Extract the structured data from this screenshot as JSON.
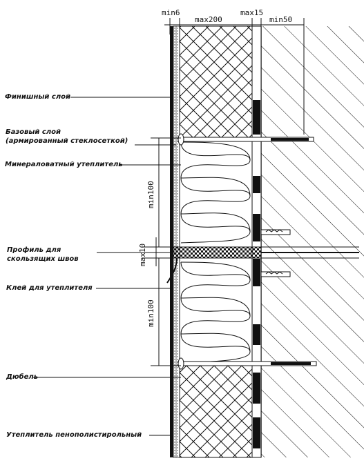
{
  "labels": {
    "finish_layer": "Финишный слой",
    "base_layer_line1": "Базовый слой",
    "base_layer_line2": "(армированный стеклосеткой)",
    "mineral_wool": "Минераловатный утеплитель",
    "profile_line1": "Профиль для",
    "profile_line2": "скользящих швов",
    "glue": "Клей для утеплителя",
    "dowel": "Дюбель",
    "eps_insulation": "Утеплитель пенополистирольный"
  },
  "dimensions": {
    "min6": "min6",
    "max200": "max200",
    "max15": "max15",
    "min50": "min50",
    "min100_upper": "min100",
    "max10": "max10",
    "min100_lower": "min100"
  },
  "colors": {
    "ink": "#111111",
    "paper": "#ffffff"
  }
}
